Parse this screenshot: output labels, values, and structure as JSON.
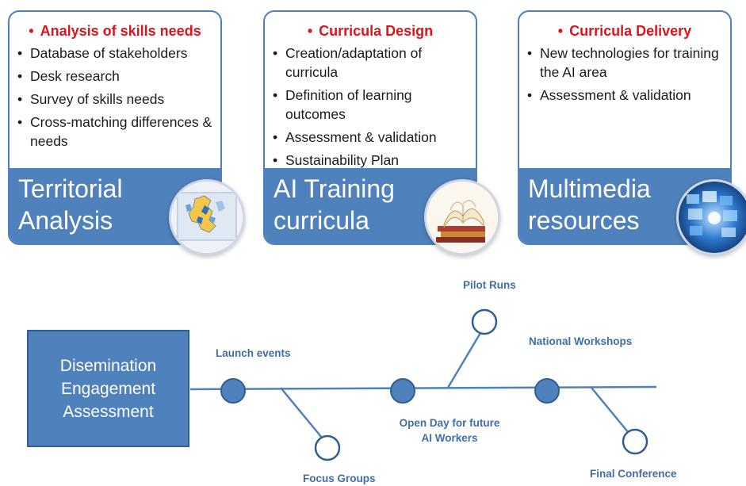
{
  "cards": [
    {
      "header": "Analysis of skills needs",
      "bullet": "•",
      "items": [
        "Database of stakeholders",
        "Desk research",
        "Survey of skills needs",
        "Cross-matching differences & needs"
      ],
      "title_line1": "Territorial",
      "title_line2": "Analysis",
      "image": "europe-map-icon"
    },
    {
      "header": "Curricula Design",
      "bullet": "•",
      "items": [
        "Creation/adaptation of curricula",
        "Definition of learning outcomes",
        "Assessment & validation",
        "Sustainability Plan"
      ],
      "title_line1": "AI Training",
      "title_line2": "curricula",
      "image": "open-book-icon"
    },
    {
      "header": "Curricula Delivery",
      "bullet": "•",
      "items": [
        "New technologies for training the AI area",
        "Assessment & validation"
      ],
      "title_line1": "Multimedia",
      "title_line2": "resources",
      "image": "digital-screens-icon"
    }
  ],
  "timeline": {
    "box_lines": [
      "Disemination",
      "Engagement",
      "Assessment"
    ],
    "events": {
      "launch": "Launch events",
      "focus": "Focus Groups",
      "open_day_1": "Open Day for future",
      "open_day_2": "AI Workers",
      "pilot": "Pilot Runs",
      "workshops": "National Workshops",
      "final": "Final Conference"
    }
  },
  "colors": {
    "accent_blue": "#4f81bd",
    "header_red": "#e0121b",
    "label_blue": "#3f6ea8"
  }
}
